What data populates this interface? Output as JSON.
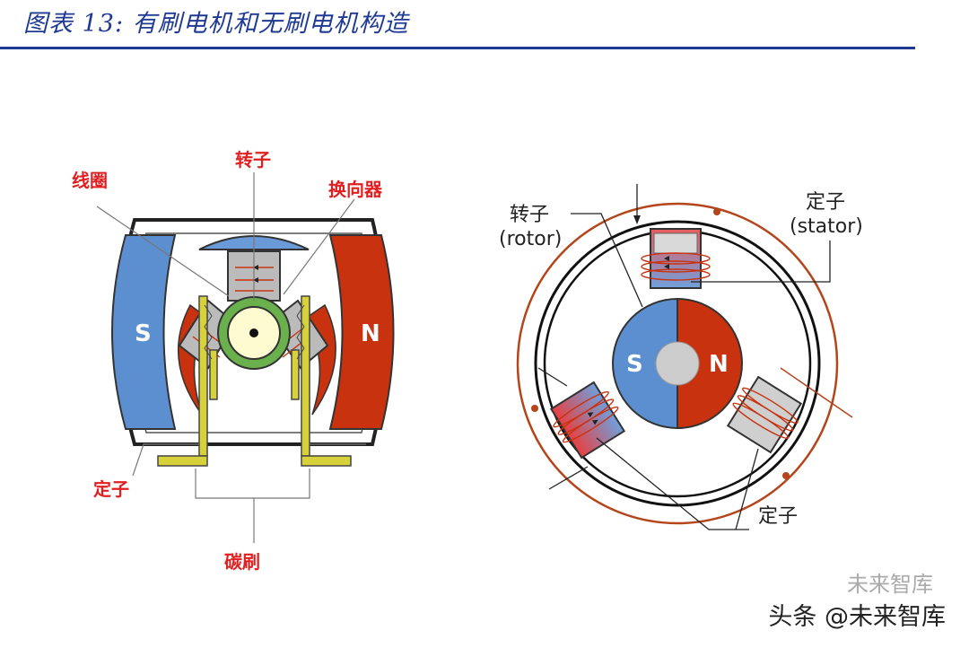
{
  "title": "图表 13:  有刷电机和无刷电机构造",
  "brushed": {
    "rotor": "转子",
    "coil": "线圈",
    "commutator": "换向器",
    "stator": "定子",
    "brush": "碳刷",
    "pole_s": "S",
    "pole_n": "N"
  },
  "brushless": {
    "rotor_cn": "转子",
    "rotor_en": "(rotor)",
    "stator_cn": "定子",
    "stator_en": "(stator)",
    "stator_bottom": "定子",
    "pole_s": "S",
    "pole_n": "N"
  },
  "watermark": {
    "main": "头条 @未来智库",
    "ghost": "未来智库"
  },
  "colors": {
    "title": "#1f3a93",
    "south": "#5b8fd0",
    "north": "#c8320f",
    "brush_yellow": "#d8d23a",
    "label_red": "#e02020"
  }
}
